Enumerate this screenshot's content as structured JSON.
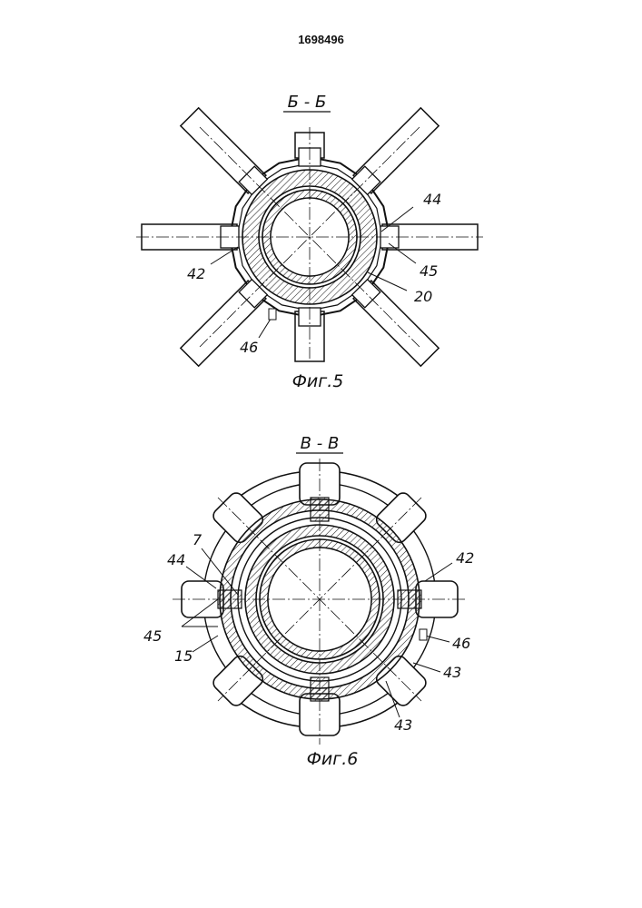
{
  "document": {
    "number": "1698496"
  },
  "figures": [
    {
      "section_label": "Б - Б",
      "caption": "Фиг.5",
      "callouts": [
        "44",
        "45",
        "20",
        "42",
        "46"
      ]
    },
    {
      "section_label": "В - В",
      "caption": "Фиг.6",
      "callouts": [
        "7",
        "44",
        "42",
        "45",
        "15",
        "46",
        "43",
        "43"
      ]
    }
  ]
}
